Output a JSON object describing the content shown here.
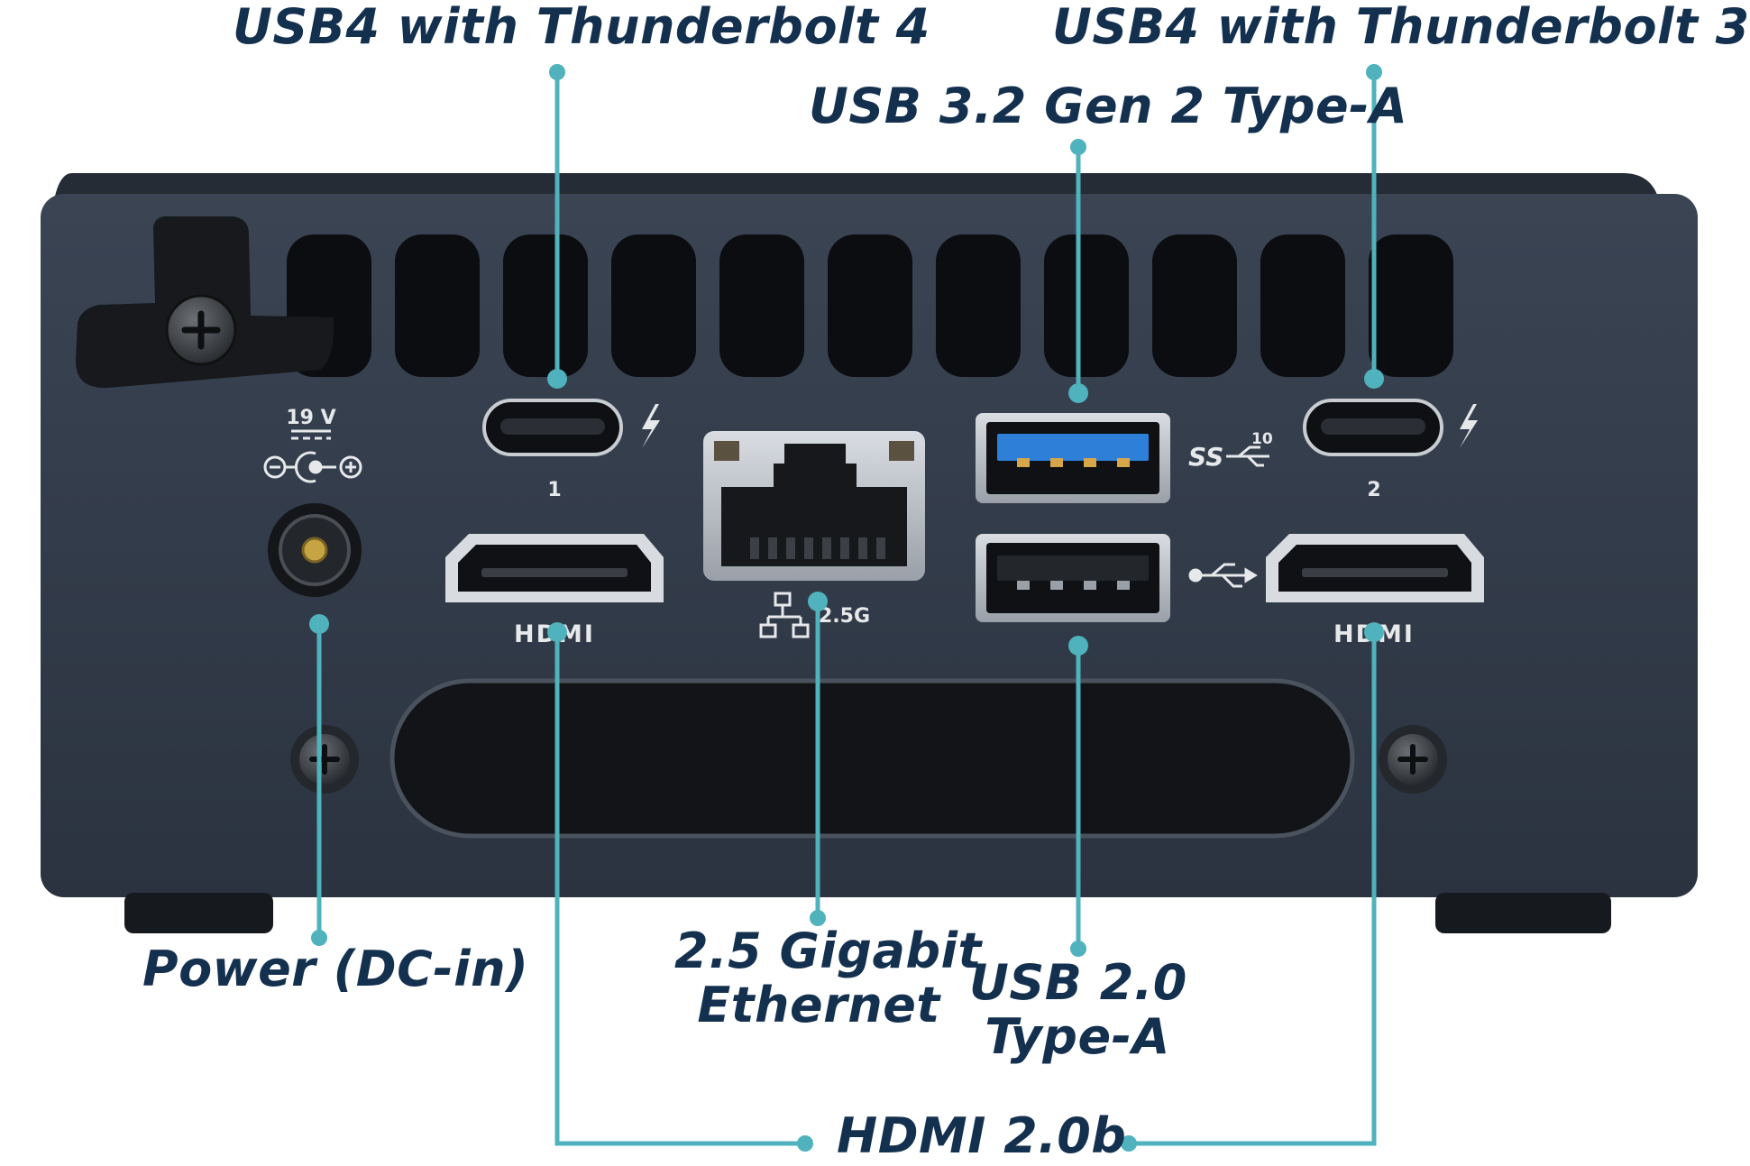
{
  "colors": {
    "label_text": "#14304f",
    "callout_line": "#4fb2bd",
    "chassis": "#313a48",
    "chassis_top": "#252b34",
    "usb3_blue": "#2d7fd8",
    "background": "#ffffff"
  },
  "callouts": {
    "tb4": "USB4 with Thunderbolt 4",
    "tb3": "USB4 with Thunderbolt 3",
    "usb32": "USB 3.2 Gen 2 Type-A",
    "power": "Power (DC-in)",
    "ethernet": [
      "2.5 Gigabit",
      "Ethernet"
    ],
    "usb20": [
      "USB 2.0",
      "Type-A"
    ],
    "hdmi": "HDMI 2.0b"
  },
  "device_markings": {
    "voltage": "19 V",
    "port1": "1",
    "port2": "2",
    "lan_speed": "2.5G",
    "ss_label": "SS",
    "ss_rate": "10",
    "hdmi_logo": "HDMI"
  },
  "icons": {
    "power_polarity": "dc-polarity-icon",
    "thunderbolt": "thunderbolt-icon",
    "network": "network-icon",
    "superspeed_usb": "usb-superspeed-icon",
    "usb": "usb-icon"
  }
}
